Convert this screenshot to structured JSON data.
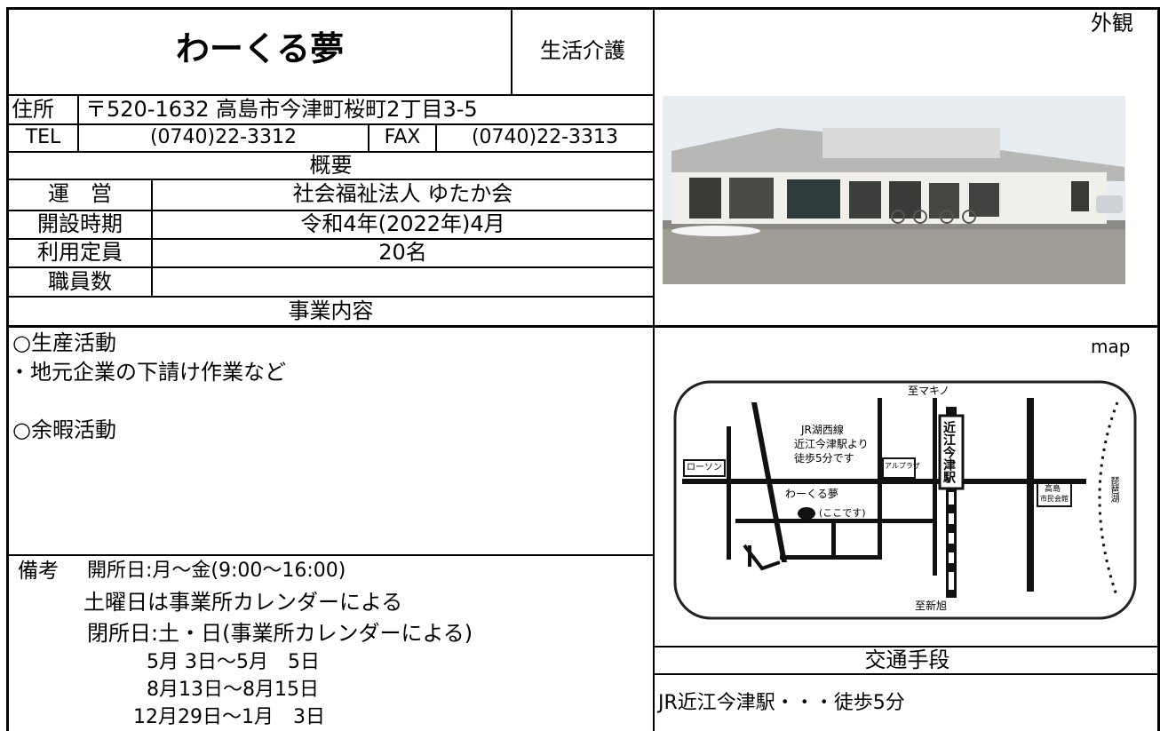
{
  "facility": {
    "name": "わーくる夢",
    "service_type": "生活介護"
  },
  "address": {
    "label": "住所",
    "value": "〒520-1632 高島市今津町桜町2丁目3-5"
  },
  "tel": {
    "label": "TEL",
    "value": "(0740)22-3312"
  },
  "fax": {
    "label": "FAX",
    "value": "(0740)22-3313"
  },
  "overview": {
    "heading": "概要",
    "rows": [
      {
        "label": "運　営",
        "value": "社会福祉法人 ゆたか会"
      },
      {
        "label": "開設時期",
        "value": "令和4年(2022年)4月"
      },
      {
        "label": "利用定員",
        "value": "20名"
      },
      {
        "label": "職員数",
        "value": ""
      }
    ]
  },
  "business": {
    "heading": "事業内容",
    "lines": [
      "○生産活動",
      "・地元企業の下請け作業など",
      "○余暇活動"
    ]
  },
  "remarks": {
    "label": "備考",
    "lines": [
      "開所日:月～金(9:00～16:00)",
      "土曜日は事業所カレンダーによる",
      "閉所日:土・日(事業所カレンダーによる)",
      "5月 3日～5月　5日",
      "8月13日～8月15日",
      "12月29日～1月　3日"
    ]
  },
  "exterior": {
    "label": "外観"
  },
  "map_section": {
    "label": "map",
    "labels": {
      "north_top": "至マキノ",
      "south_bottom": "至新旭",
      "station": "近江今津駅",
      "route_1": "JR湖西線",
      "route_2": "近江今津駅より",
      "route_3": "徒歩5分です",
      "lawson": "ローソン",
      "facility": "わーくる夢",
      "here": "(ここです)",
      "shop_left": "アルプラザ",
      "shop_right": "高島",
      "shop_right2": "市民会館",
      "lake_side": "琵琶湖"
    }
  },
  "access": {
    "heading": "交通手段",
    "value": "JR近江今津駅・・・徒歩5分"
  }
}
